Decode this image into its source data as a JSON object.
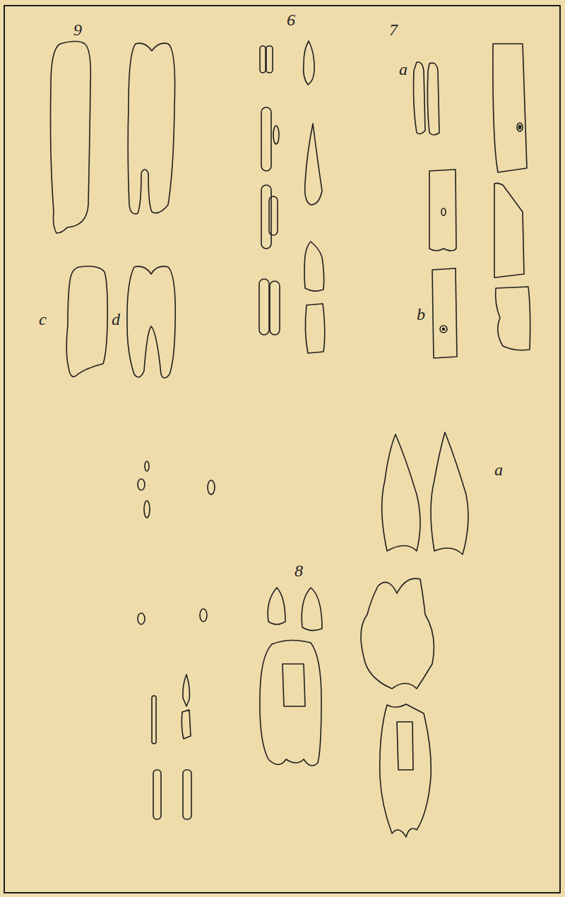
{
  "diagram": {
    "labels": [
      "9",
      "6",
      "7",
      "a",
      "c",
      "d",
      "b",
      "8",
      "a"
    ]
  }
}
